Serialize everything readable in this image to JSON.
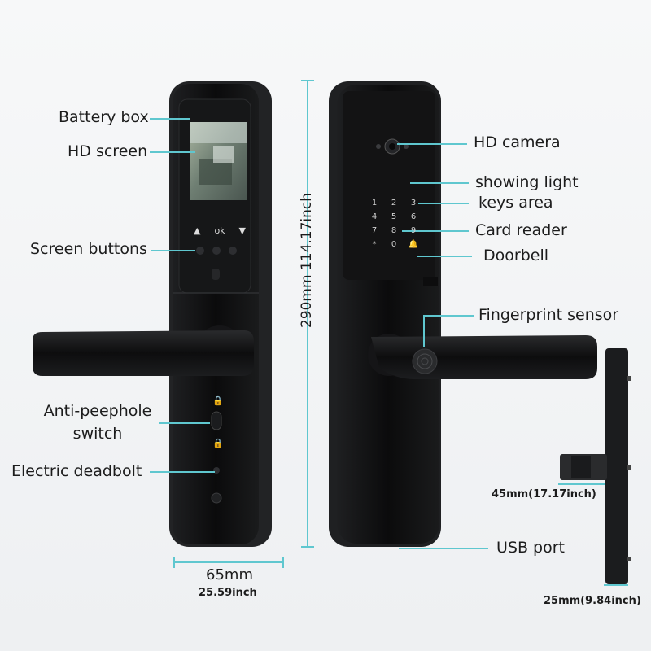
{
  "colors": {
    "accent": "#5fc7cf",
    "lock_body": "#0c0c0d",
    "panel": "#151516"
  },
  "left_lock": {
    "screen_buttons": [
      "▲",
      "ok",
      "▼"
    ],
    "labels": {
      "battery_box": "Battery box",
      "hd_screen": "HD screen",
      "screen_buttons": "Screen buttons",
      "anti_peephole_line1": "Anti-peephole",
      "anti_peephole_line2": "switch",
      "electric_deadbolt": "Electric deadbolt"
    }
  },
  "right_lock": {
    "keypad": [
      [
        "1",
        "2",
        "3"
      ],
      [
        "4",
        "5",
        "6"
      ],
      [
        "7",
        "8",
        "9"
      ],
      [
        "*",
        "0",
        "🔔"
      ]
    ],
    "labels": {
      "hd_camera": "HD camera",
      "showing_light": "showing light",
      "keys_area": "keys area",
      "card_reader": "Card reader",
      "doorbell": "Doorbell",
      "fingerprint_sensor": "Fingerprint sensor",
      "usb_port": "USB port"
    }
  },
  "dimensions": {
    "height": "290mm 114.17inch",
    "width_mm": "65mm",
    "width_inch": "25.59inch",
    "depth": "45mm(17.17inch)",
    "thickness": "25mm(9.84inch)"
  }
}
